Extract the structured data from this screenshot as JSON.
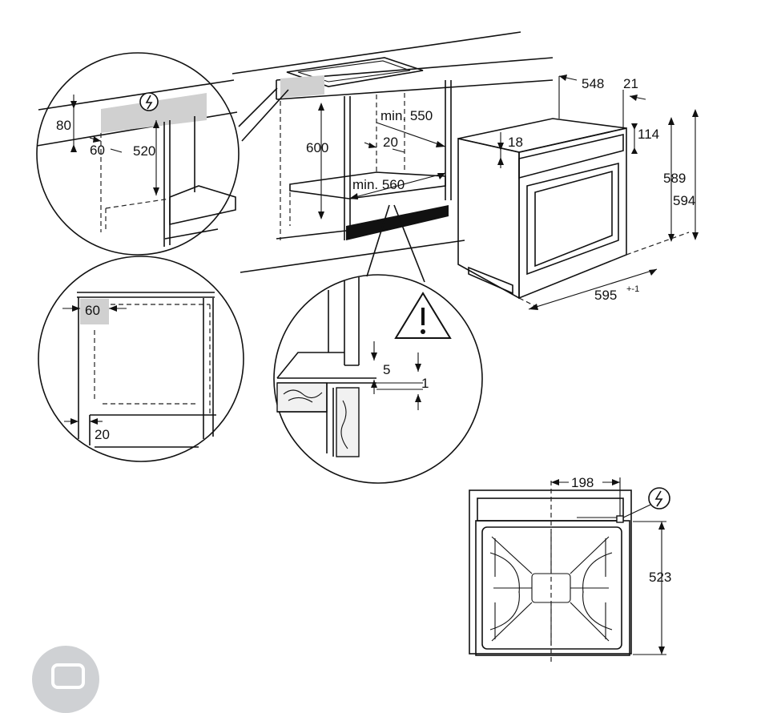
{
  "labels": {
    "d80": "80",
    "d60a": "60",
    "d520": "520",
    "d600": "600",
    "dmin550": "min. 550",
    "d20a": "20",
    "dmin560": "min. 560",
    "d548": "548",
    "d21": "21",
    "d18": "18",
    "d114": "114",
    "d589": "589",
    "d594": "594",
    "d595": "595",
    "d595tol": "+-1",
    "d60b": "60",
    "d20b": "20",
    "d5": "5",
    "d1": "1",
    "d198": "198",
    "d523": "523"
  },
  "icons": {
    "electric_symbol": "lightning-bolt-in-circle",
    "warning": "warning-triangle",
    "camera": "camera-icon"
  }
}
